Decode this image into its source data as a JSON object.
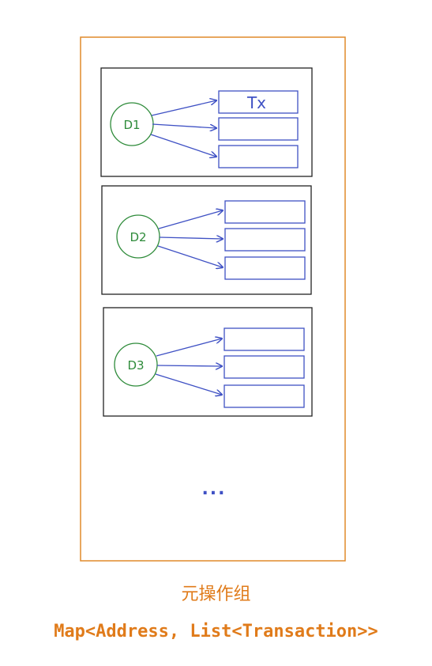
{
  "diagram": {
    "groups": [
      {
        "node_label": "D1",
        "tx_labels": [
          "Tx",
          "",
          ""
        ]
      },
      {
        "node_label": "D2",
        "tx_labels": [
          "",
          "",
          ""
        ]
      },
      {
        "node_label": "D3",
        "tx_labels": [
          "",
          "",
          ""
        ]
      }
    ],
    "ellipsis": "...",
    "caption": "元操作组",
    "type_label": "Map<Address, List<Transaction>>"
  },
  "colors": {
    "container": "#e08a2a",
    "group_border": "#222222",
    "node": "#2e8b3a",
    "arrow": "#3f51c4",
    "caption": "#e07b1a"
  }
}
